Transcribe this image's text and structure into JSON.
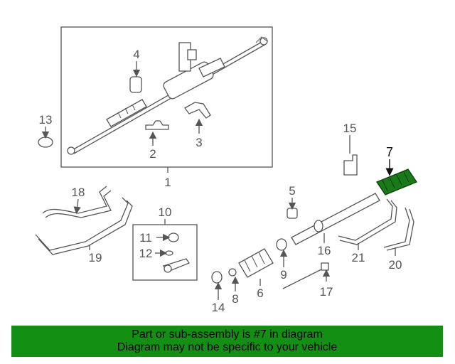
{
  "callouts": {
    "c1": "1",
    "c2": "2",
    "c3": "3",
    "c4": "4",
    "c5": "5",
    "c6": "6",
    "c7": "7",
    "c8": "8",
    "c9": "9",
    "c10": "10",
    "c11": "11",
    "c12": "12",
    "c13": "13",
    "c14": "14",
    "c15": "15",
    "c16": "16",
    "c17": "17",
    "c18": "18",
    "c19": "19",
    "c20": "20",
    "c21": "21"
  },
  "highlight": {
    "part": "7",
    "color": "#1a7a1a"
  },
  "banner": {
    "line1": "Part or sub-assembly is #7 in diagram",
    "line2": "Diagram may not be specific to your vehicle",
    "color": "#138f13"
  }
}
